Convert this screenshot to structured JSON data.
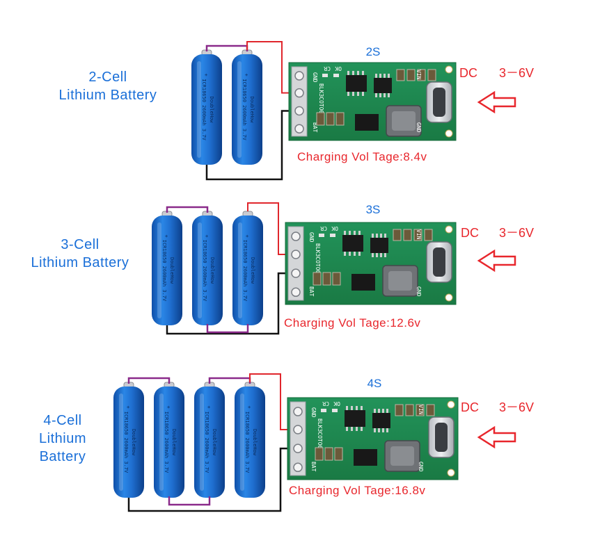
{
  "sections": [
    {
      "id": "2s",
      "cell_label_lines": [
        "2-Cell",
        "Lithium Battery"
      ],
      "board_title": "2S",
      "charging_text": "Charging Vol Tage:8.4v",
      "battery_count": 2
    },
    {
      "id": "3s",
      "cell_label_lines": [
        "3-Cell",
        "Lithium Battery"
      ],
      "board_title": "3S",
      "charging_text": "Charging Vol Tage:12.6v",
      "battery_count": 3
    },
    {
      "id": "4s",
      "cell_label_lines": [
        "4-Cell",
        "Lithium",
        "Battery"
      ],
      "board_title": "4S",
      "charging_text": "Charging Vol Tage:16.8v",
      "battery_count": 4
    }
  ],
  "dc_label": "DC",
  "dc_range": "3－6V",
  "battery_print": {
    "line1": "DoubleHow",
    "line2": "ICR18650 2600mAh 3.7V"
  },
  "board_silk": {
    "gnd": "GND",
    "bat": "BAT",
    "vin": "VIN",
    "cr": "CR",
    "ok": "OK",
    "chip": "BLK3COTO0"
  },
  "colors": {
    "label_blue": "#1a6fd8",
    "label_red": "#e8262c",
    "battery_blue": "#1f6fd0",
    "pcb_green": "#1f8a4c",
    "wire_purple": "#8a2a8a",
    "wire_red": "#e0262c",
    "wire_black": "#111111",
    "arrow_red": "#e8262c"
  }
}
